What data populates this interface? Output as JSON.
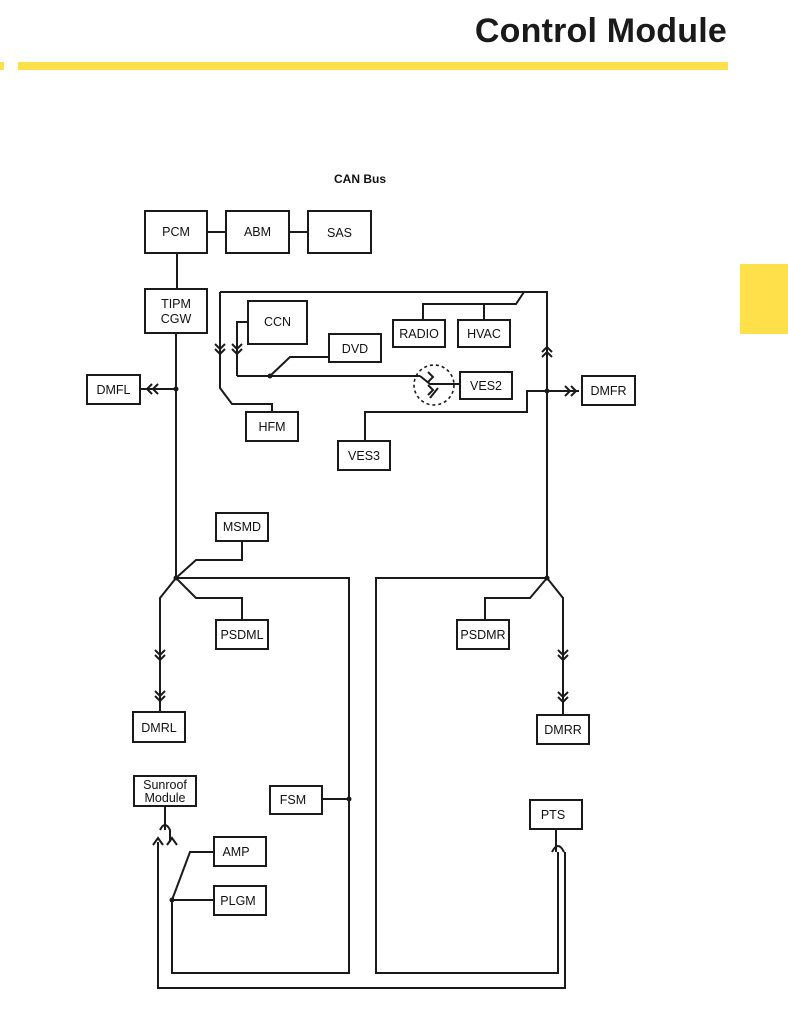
{
  "header": {
    "title": "Control Module"
  },
  "colors": {
    "accent": "#fde04a",
    "line": "#1a1a1a"
  },
  "diagram": {
    "title": "CAN Bus",
    "modules": {
      "pcm": "PCM",
      "abm": "ABM",
      "sas": "SAS",
      "tipm_line1": "TIPM",
      "tipm_line2": "CGW",
      "ccn": "CCN",
      "radio": "RADIO",
      "hvac": "HVAC",
      "dvd": "DVD",
      "dmfl": "DMFL",
      "ves2": "VES2",
      "dmfr": "DMFR",
      "hfm": "HFM",
      "ves3": "VES3",
      "msmd": "MSMD",
      "psdml": "PSDML",
      "psdmr": "PSDMR",
      "dmrl": "DMRL",
      "dmrr": "DMRR",
      "sunroof_line1": "Sunroof",
      "sunroof_line2": "Module",
      "fsm": "FSM",
      "pts": "PTS",
      "amp": "AMP",
      "plgm": "PLGM"
    }
  }
}
